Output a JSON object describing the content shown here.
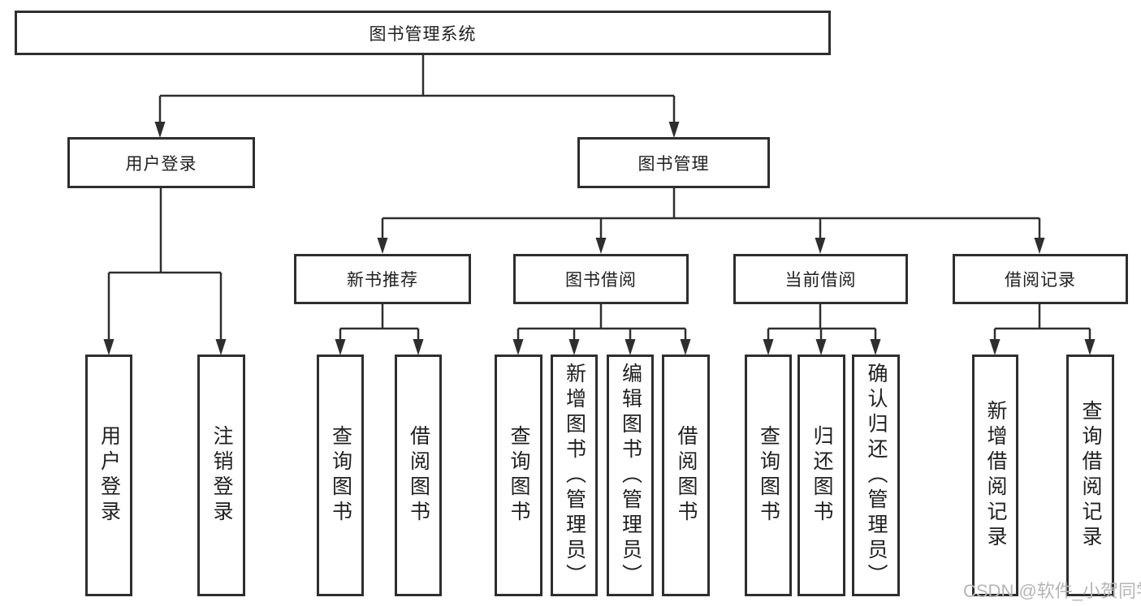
{
  "diagram": {
    "title": "图书管理系统",
    "level2": {
      "user_login": "用户登录",
      "book_mgmt": "图书管理"
    },
    "level3": {
      "new_book": "新书推荐",
      "book_borrow": "图书借阅",
      "current_borrow": "当前借阅",
      "borrow_record": "借阅记录"
    },
    "leaves": {
      "user_login_1": "用户登录",
      "user_login_2": "注销登录",
      "new_book_1": "查询图书",
      "new_book_2": "借阅图书",
      "book_borrow_1": "查询图书",
      "book_borrow_2": "新增图书（管理员）",
      "book_borrow_3": "编辑图书（管理员）",
      "book_borrow_4": "借阅图书",
      "current_borrow_1": "查询图书",
      "current_borrow_2": "归还图书",
      "current_borrow_3": "确认归还（管理员）",
      "borrow_record_1": "新增借阅记录",
      "borrow_record_2": "查询借阅记录"
    },
    "colors": {
      "line": "#2e2e2e",
      "border": "#2e2e2e",
      "text": "#1f1f1f",
      "box_bg": "#ffffff",
      "watermark": "#b5b5b5"
    }
  },
  "watermark": "CSDN @软件_小贺同学"
}
